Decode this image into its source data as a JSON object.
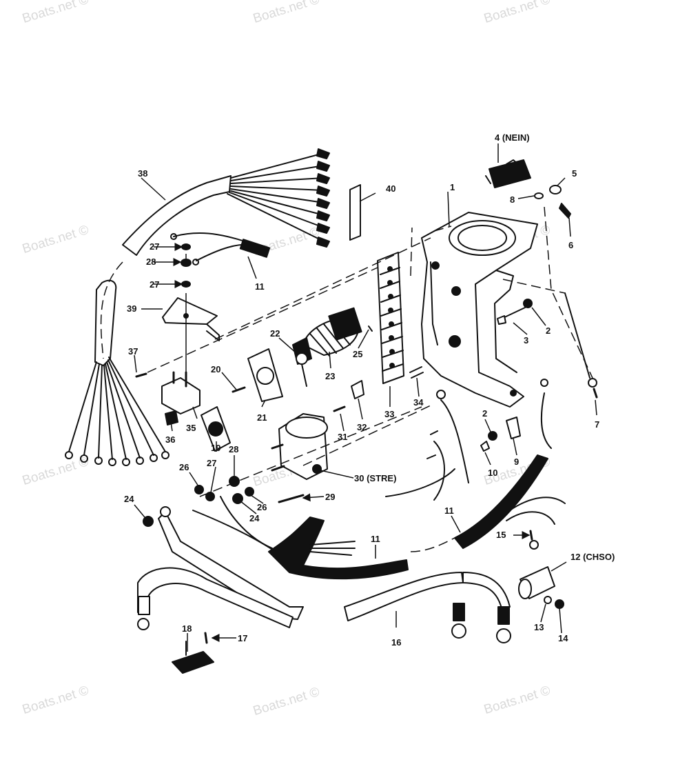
{
  "watermark": "Boats.net ©",
  "callouts": {
    "c1": "1",
    "c2a": "2",
    "c2b": "2",
    "c3": "3",
    "c4": "4 (NEIN)",
    "c5": "5",
    "c6": "6",
    "c7": "7",
    "c8": "8",
    "c9": "9",
    "c10": "10",
    "c11a": "11",
    "c11b": "11",
    "c11c": "11",
    "c12": "12 (CHSO)",
    "c13": "13",
    "c14": "14",
    "c15": "15",
    "c16": "16",
    "c17": "17",
    "c18": "18",
    "c19": "19",
    "c20": "20",
    "c21": "21",
    "c22": "22",
    "c23": "23",
    "c24a": "24",
    "c24b": "24",
    "c25": "25",
    "c26a": "26",
    "c26b": "26",
    "c27a": "27",
    "c27b": "27",
    "c27c": "27",
    "c28a": "28",
    "c28b": "28",
    "c29": "29",
    "c30": "30 (STRE)",
    "c31": "31",
    "c32": "32",
    "c33": "33",
    "c34": "34",
    "c35": "35",
    "c36": "36",
    "c37": "37",
    "c38": "38",
    "c39": "39",
    "c40": "40"
  }
}
